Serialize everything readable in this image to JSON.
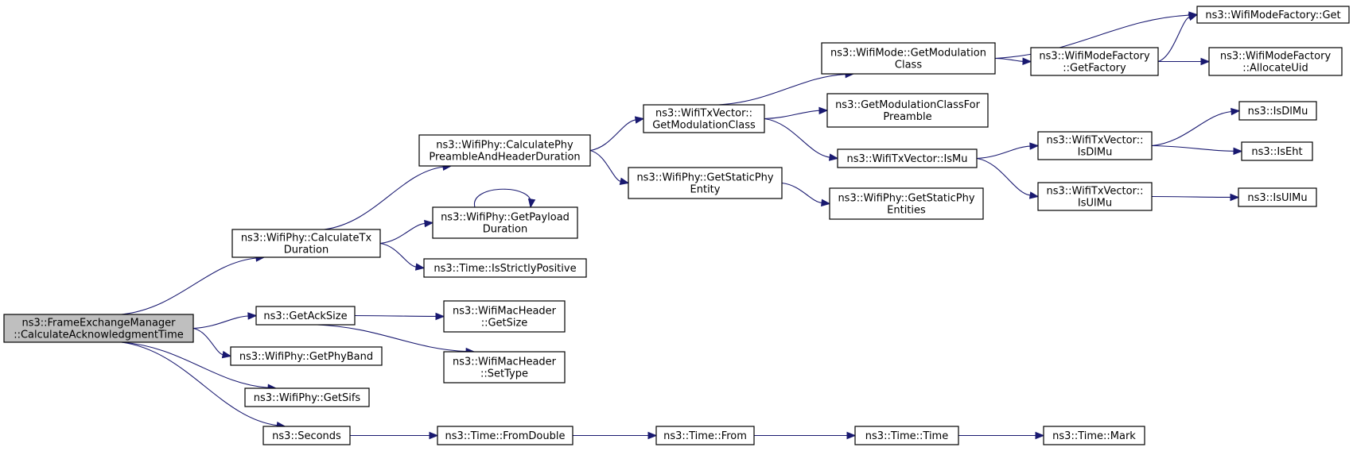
{
  "graph_title": "",
  "colors": {
    "edge": "#191970",
    "root_fill": "#bfbfbf",
    "node_fill": "#ffffff",
    "node_stroke": "#000000"
  },
  "nodes": {
    "root": {
      "lines": [
        "ns3::FrameExchangeManager",
        "::CalculateAcknowledgmentTime"
      ]
    },
    "calcTx": {
      "lines": [
        "ns3::WifiPhy::CalculateTx",
        "Duration"
      ]
    },
    "getAckSize": {
      "lines": [
        "ns3::GetAckSize"
      ]
    },
    "getPhyBand": {
      "lines": [
        "ns3::WifiPhy::GetPhyBand"
      ]
    },
    "getSifs": {
      "lines": [
        "ns3::WifiPhy::GetSifs"
      ]
    },
    "seconds": {
      "lines": [
        "ns3::Seconds"
      ]
    },
    "calcPhyPre": {
      "lines": [
        "ns3::WifiPhy::CalculatePhy",
        "PreambleAndHeaderDuration"
      ]
    },
    "getPayload": {
      "lines": [
        "ns3::WifiPhy::GetPayload",
        "Duration"
      ]
    },
    "strictPos": {
      "lines": [
        "ns3::Time::IsStrictlyPositive"
      ]
    },
    "macGetSize": {
      "lines": [
        "ns3::WifiMacHeader",
        "::GetSize"
      ]
    },
    "macSetType": {
      "lines": [
        "ns3::WifiMacHeader",
        "::SetType"
      ]
    },
    "fromDouble": {
      "lines": [
        "ns3::Time::FromDouble"
      ]
    },
    "txGetMod": {
      "lines": [
        "ns3::WifiTxVector::",
        "GetModulationClass"
      ]
    },
    "staticPhy": {
      "lines": [
        "ns3::WifiPhy::GetStaticPhy",
        "Entity"
      ]
    },
    "timeFrom": {
      "lines": [
        "ns3::Time::From"
      ]
    },
    "modeGetMod": {
      "lines": [
        "ns3::WifiMode::GetModulation",
        "Class"
      ]
    },
    "getModPre": {
      "lines": [
        "ns3::GetModulationClassFor",
        "Preamble"
      ]
    },
    "txIsMu": {
      "lines": [
        "ns3::WifiTxVector::IsMu"
      ]
    },
    "staticPhies": {
      "lines": [
        "ns3::WifiPhy::GetStaticPhy",
        "Entities"
      ]
    },
    "timeTime": {
      "lines": [
        "ns3::Time::Time"
      ]
    },
    "factGet": {
      "lines": [
        "ns3::WifiModeFactory::Get"
      ]
    },
    "getFactory": {
      "lines": [
        "ns3::WifiModeFactory",
        "::GetFactory"
      ]
    },
    "txIsDlMu": {
      "lines": [
        "ns3::WifiTxVector::",
        "IsDlMu"
      ]
    },
    "txIsUlMu": {
      "lines": [
        "ns3::WifiTxVector::",
        "IsUlMu"
      ]
    },
    "timeMark": {
      "lines": [
        "ns3::Time::Mark"
      ]
    },
    "allocUid": {
      "lines": [
        "ns3::WifiModeFactory",
        "::AllocateUid"
      ]
    },
    "isDlMu": {
      "lines": [
        "ns3::IsDlMu"
      ]
    },
    "isEht": {
      "lines": [
        "ns3::IsEht"
      ]
    },
    "isUlMu": {
      "lines": [
        "ns3::IsUlMu"
      ]
    }
  },
  "edges": [
    [
      "root",
      "calcTx"
    ],
    [
      "root",
      "getAckSize"
    ],
    [
      "root",
      "getPhyBand"
    ],
    [
      "root",
      "getSifs"
    ],
    [
      "root",
      "seconds"
    ],
    [
      "calcTx",
      "calcPhyPre"
    ],
    [
      "calcTx",
      "getPayload"
    ],
    [
      "calcTx",
      "strictPos"
    ],
    [
      "getAckSize",
      "macGetSize"
    ],
    [
      "getAckSize",
      "macSetType"
    ],
    [
      "seconds",
      "fromDouble"
    ],
    [
      "calcPhyPre",
      "txGetMod"
    ],
    [
      "calcPhyPre",
      "staticPhy"
    ],
    [
      "getPayload",
      "getPayload"
    ],
    [
      "fromDouble",
      "timeFrom"
    ],
    [
      "txGetMod",
      "modeGetMod"
    ],
    [
      "txGetMod",
      "getModPre"
    ],
    [
      "txGetMod",
      "txIsMu"
    ],
    [
      "staticPhy",
      "staticPhies"
    ],
    [
      "timeFrom",
      "timeTime"
    ],
    [
      "modeGetMod",
      "factGet"
    ],
    [
      "modeGetMod",
      "getFactory"
    ],
    [
      "txIsMu",
      "txIsDlMu"
    ],
    [
      "txIsMu",
      "txIsUlMu"
    ],
    [
      "timeTime",
      "timeMark"
    ],
    [
      "getFactory",
      "factGet"
    ],
    [
      "getFactory",
      "allocUid"
    ],
    [
      "txIsDlMu",
      "isDlMu"
    ],
    [
      "txIsDlMu",
      "isEht"
    ],
    [
      "txIsUlMu",
      "isUlMu"
    ]
  ]
}
